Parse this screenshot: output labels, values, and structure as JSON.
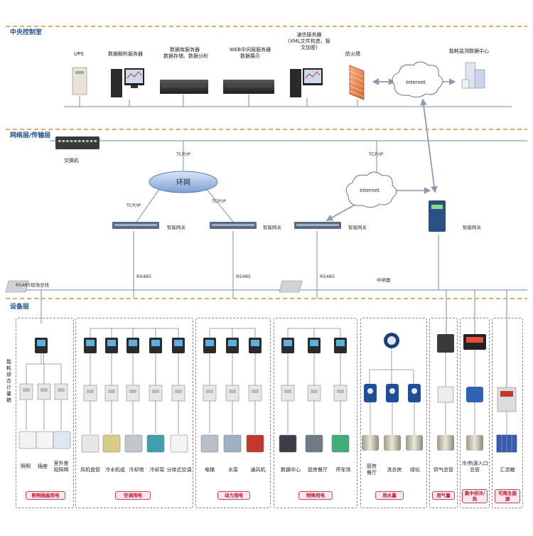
{
  "layers": {
    "central": "中央控制室",
    "network": "网络层/传输层",
    "device": "设备层"
  },
  "central": {
    "ups": "UPS",
    "parse_server": "数据解析服务器",
    "db_server": [
      "数据库服务器",
      "数据存储、数据分析"
    ],
    "web_server": [
      "WEB中间层服务器",
      "数据展示"
    ],
    "comm_server": [
      "通信服务器",
      "(XML文件构造、报",
      "文加密)"
    ],
    "firewall": "防火墙",
    "internet": "Internet",
    "monitor_center": "能耗监测数据中心"
  },
  "network": {
    "switch": "交换机",
    "tcpip": "TCP/IP",
    "ring": "环网",
    "internet": "Internet",
    "gateway": "智能网关",
    "rs485": "RS485",
    "field_bus": "RS485现场总线",
    "repeater": "中继器"
  },
  "device": {
    "vertical_label": "能耗综合计量箱",
    "lighting": {
      "items": [
        "照明",
        "插座",
        "室外景观照明"
      ],
      "badge": "照明插座用电"
    },
    "hvac": {
      "items": [
        "风机盘管",
        "冷水机组",
        "冷却塔",
        "冷却泵",
        "分体式空调"
      ],
      "badge": "空调用电"
    },
    "power": {
      "items": [
        "电梯",
        "水泵",
        "通风机"
      ],
      "badge": "动力用电"
    },
    "special": {
      "items": [
        "数据中心",
        "厨房餐厅",
        "停车场"
      ],
      "badge": "特殊用电"
    },
    "water": {
      "items": [
        "厨房餐厅",
        "洗衣房",
        "绿化"
      ],
      "badge": "用水量"
    },
    "gas": {
      "items": [
        "供气总管"
      ],
      "badge": "用气量"
    },
    "heat": {
      "items": [
        "冷/热源入口总管"
      ],
      "badge": "集中供冷/热"
    },
    "renewable": {
      "items": [
        "汇流箱"
      ],
      "badge": "可再生能源"
    }
  }
}
